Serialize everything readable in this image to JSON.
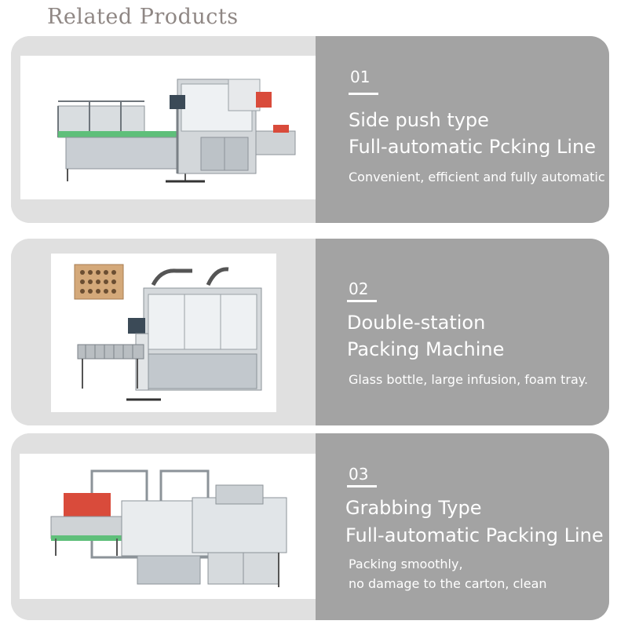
{
  "header": {
    "title": "Related Products"
  },
  "products": [
    {
      "number": "01",
      "title_lines": [
        "Side push type",
        "Full-automatic Pcking Line"
      ],
      "description_lines": [
        "Convenient, efficient and fully automatic"
      ]
    },
    {
      "number": "02",
      "title_lines": [
        "Double-station",
        "Packing Machine"
      ],
      "description_lines": [
        "Glass bottle, large infusion, foam tray."
      ]
    },
    {
      "number": "03",
      "title_lines": [
        "Grabbing Type",
        "Full-automatic Packing Line"
      ],
      "description_lines": [
        "Packing smoothly,",
        "no damage to the carton, clean"
      ]
    }
  ],
  "colors": {
    "card_left_bg": "#e0e0e0",
    "card_right_bg": "#a3a3a3",
    "title_color": "#8f8784",
    "text_color": "#ffffff"
  }
}
